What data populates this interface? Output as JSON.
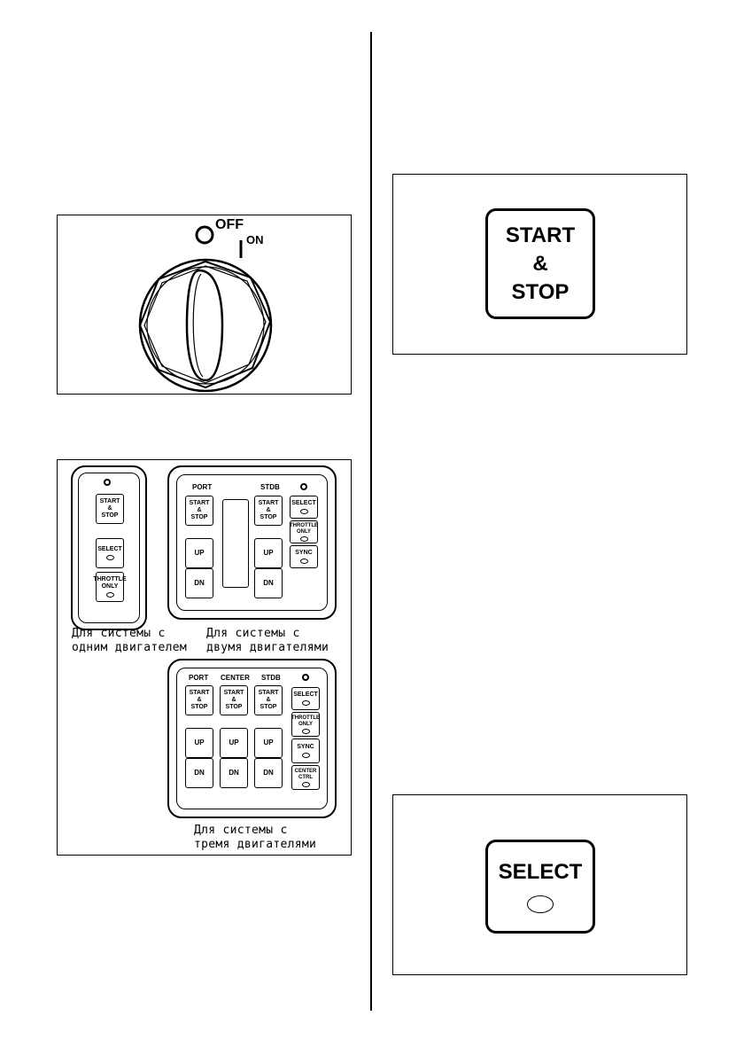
{
  "ignition": {
    "off_label": "OFF",
    "on_label": "ON"
  },
  "start_stop_large": {
    "line1": "START",
    "line2": "&",
    "line3": "STOP"
  },
  "select_large": {
    "label": "SELECT"
  },
  "single_panel": {
    "start_stop": [
      "START",
      "&",
      "STOP"
    ],
    "select": "SELECT",
    "throttle_only": [
      "THROTTLE",
      "ONLY"
    ],
    "caption": [
      "Для системы с",
      "одним двигателем"
    ]
  },
  "twin_panel": {
    "port": "PORT",
    "stdb": "STDB",
    "start_stop": [
      "START",
      "&",
      "STOP"
    ],
    "up": "UP",
    "dn": "DN",
    "select": "SELECT",
    "throttle_only": [
      "THROTTLE",
      "ONLY"
    ],
    "sync": "SYNC",
    "caption": [
      "Для системы с",
      "двумя двигателями"
    ]
  },
  "triple_panel": {
    "port": "PORT",
    "center": "CENTER",
    "stdb": "STDB",
    "start_stop": [
      "START",
      "&",
      "STOP"
    ],
    "up": "UP",
    "dn": "DN",
    "select": "SELECT",
    "throttle_only": [
      "THROTTLE",
      "ONLY"
    ],
    "sync": "SYNC",
    "center_ctrl": [
      "CENTER",
      "CTRL"
    ],
    "caption": [
      "Для системы с",
      "тремя двигателями"
    ]
  }
}
